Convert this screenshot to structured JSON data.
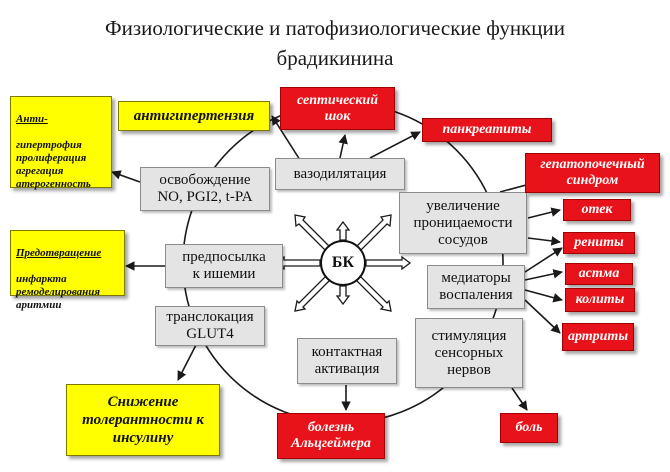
{
  "title": {
    "line1": "Физиологические и патофизиологические функции",
    "line2": "брадикинина"
  },
  "center": {
    "label": "БК"
  },
  "grey_boxes": {
    "vasodilation": "вазодилятация",
    "release_no": "освобождение\nNO, PGI2, t-PA",
    "preconditioning": "предпосылка\nк ишемии",
    "glut4": "транслокация\nGLUT4",
    "contact_activation": "контактная\nактивация",
    "permeability": "увеличение\nпроницаемости\nсосудов",
    "inflammation_mediators": "медиаторы\nвоспаления",
    "sensory_stimulation": "стимуляция\nсенсорных\nнервов"
  },
  "red_boxes": {
    "septic_shock": "септический\nшок",
    "pancreatitis": "панкреатиты",
    "hepatorenal": "гепатопочечный\nсиндром",
    "edema": "отек",
    "rhinitis": "рениты",
    "asthma": "астма",
    "colitis": "колиты",
    "arthritis": "артриты",
    "alzheimer": "болезнь\nАльцгеймера",
    "pain": "боль"
  },
  "yellow_boxes": {
    "antihypertension": "антигипертензия",
    "anti_hypertrophy": {
      "heading": "Анти-",
      "body": "гипертрофия\nпролиферация\nагрегация\nатерогенность"
    },
    "prevention": {
      "heading": "Предотвращение",
      "body": "инфаркта\nремоделирования\nаритмии"
    },
    "insulin": "Снижение\nтолерантности к\nинсулину"
  },
  "colors": {
    "red": "#e8121a",
    "yellow": "#ffff00",
    "grey": "#e4e4e4",
    "line": "#1a1a1a"
  }
}
